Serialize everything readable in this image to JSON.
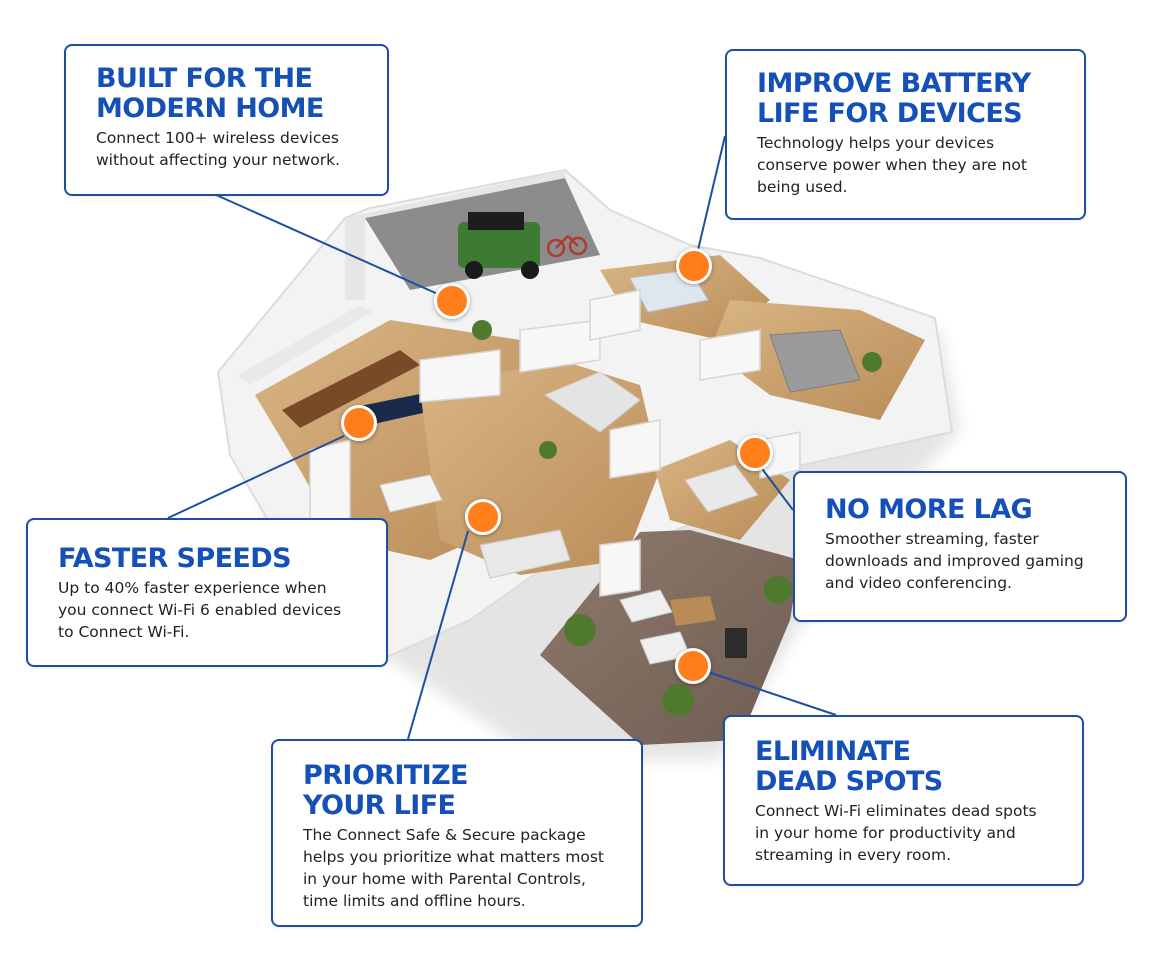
{
  "colors": {
    "brand_blue": "#1550b8",
    "border_blue": "#1d4f9e",
    "connector_blue": "#1f4fa0",
    "hotspot_orange": "#ff7d1a"
  },
  "callouts": {
    "modern_home": {
      "title": "BUILT FOR THE\nMODERN HOME",
      "body": "Connect 100+ wireless devices\nwithout affecting your network."
    },
    "battery": {
      "title": "IMPROVE BATTERY\nLIFE FOR DEVICES",
      "body": "Technology helps your devices\nconserve power when they are not\nbeing used."
    },
    "no_lag": {
      "title": "NO MORE LAG",
      "body": "Smoother streaming, faster\ndownloads and improved gaming\nand video conferencing."
    },
    "faster_speeds": {
      "title": "FASTER SPEEDS",
      "body": "Up to 40% faster experience when\nyou connect Wi-Fi 6 enabled devices\nto Connect Wi-Fi."
    },
    "prioritize": {
      "title": "PRIORITIZE\nYOUR LIFE",
      "body": "The Connect Safe & Secure package\nhelps you prioritize what matters most\nin your home with Parental Controls,\ntime limits and offline hours."
    },
    "dead_spots": {
      "title": "ELIMINATE\nDEAD SPOTS",
      "body": "Connect Wi-Fi eliminates dead spots\nin your home for productivity and\nstreaming in every room."
    }
  },
  "hotspots": [
    {
      "name": "hotspot-garage-entry",
      "icon": "hotspot-dot"
    },
    {
      "name": "hotspot-bedroom",
      "icon": "hotspot-dot"
    },
    {
      "name": "hotspot-kitchen",
      "icon": "hotspot-dot"
    },
    {
      "name": "hotspot-living-room",
      "icon": "hotspot-dot"
    },
    {
      "name": "hotspot-guest-bedroom",
      "icon": "hotspot-dot"
    },
    {
      "name": "hotspot-patio",
      "icon": "hotspot-dot"
    }
  ]
}
